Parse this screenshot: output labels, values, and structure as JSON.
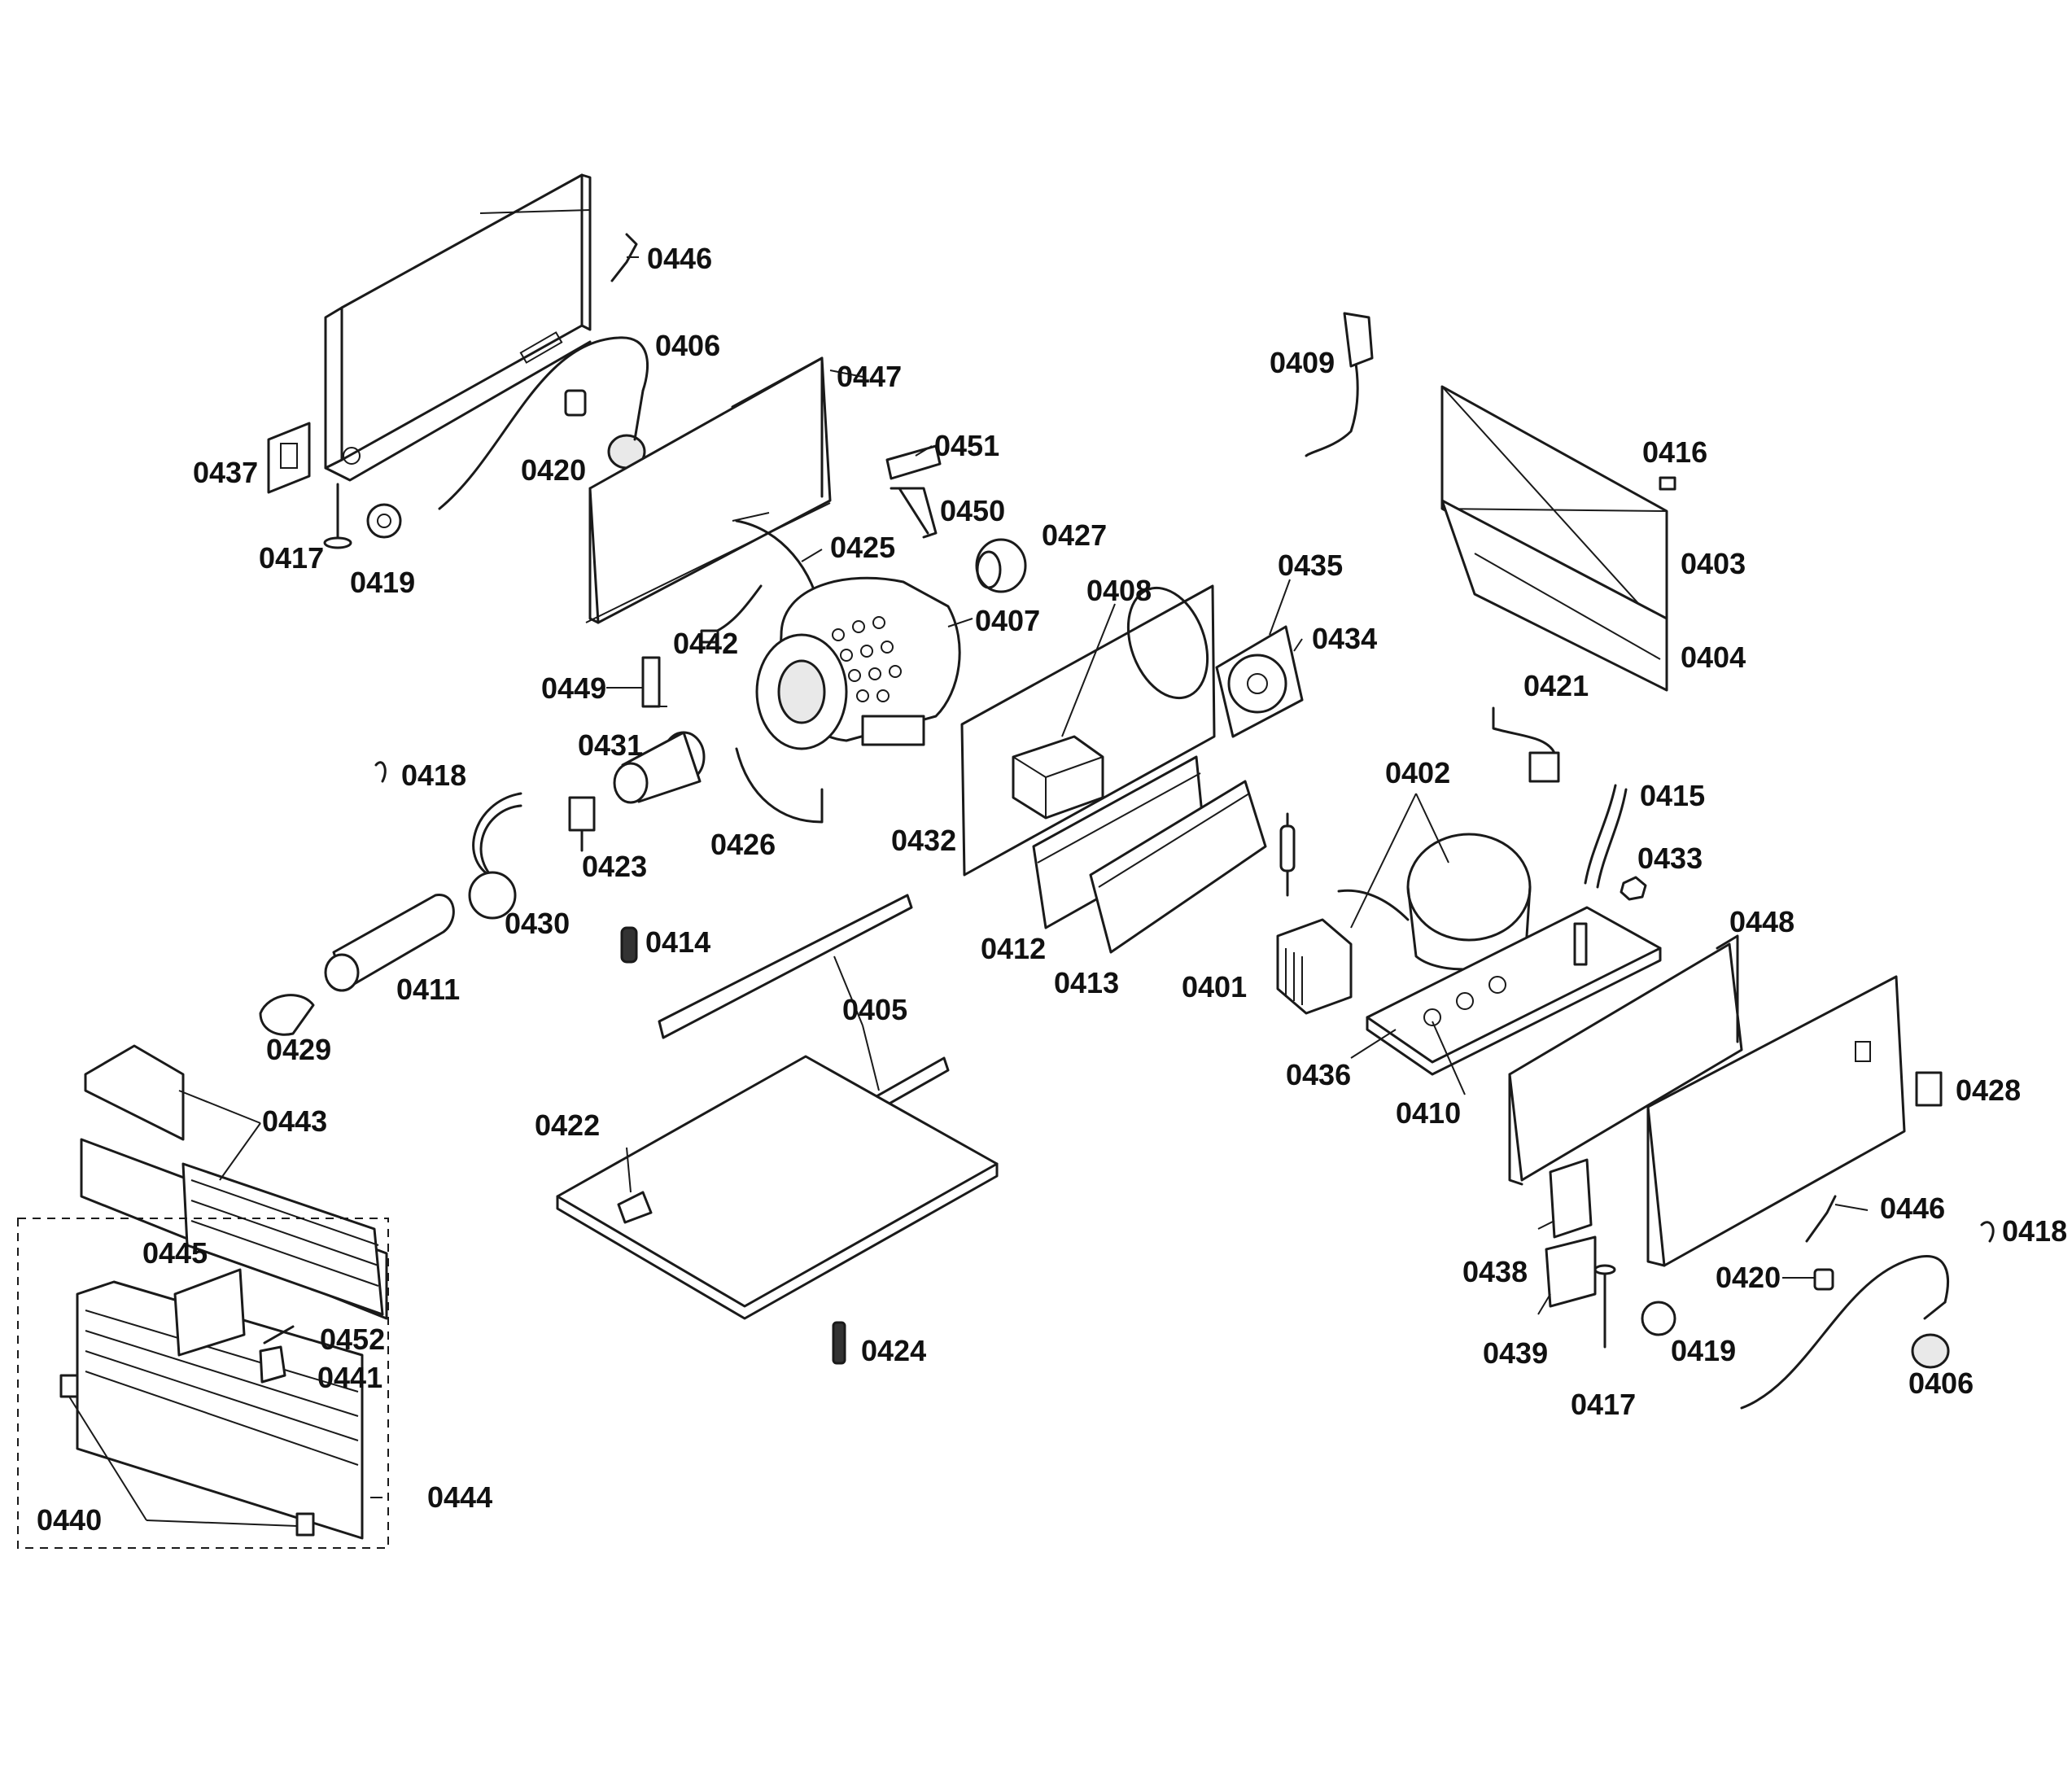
{
  "labels": {
    "p0401": "0401",
    "p0402": "0402",
    "p0403": "0403",
    "p0404": "0404",
    "p0405": "0405",
    "p0406a": "0406",
    "p0406b": "0406",
    "p0407": "0407",
    "p0408": "0408",
    "p0409": "0409",
    "p0410": "0410",
    "p0411": "0411",
    "p0412": "0412",
    "p0413": "0413",
    "p0414": "0414",
    "p0415": "0415",
    "p0416": "0416",
    "p0417a": "0417",
    "p0417b": "0417",
    "p0418a": "0418",
    "p0418b": "0418",
    "p0419a": "0419",
    "p0419b": "0419",
    "p0420a": "0420",
    "p0420b": "0420",
    "p0421": "0421",
    "p0422": "0422",
    "p0423": "0423",
    "p0424": "0424",
    "p0425": "0425",
    "p0426": "0426",
    "p0427": "0427",
    "p0428": "0428",
    "p0429": "0429",
    "p0430": "0430",
    "p0431": "0431",
    "p0432": "0432",
    "p0433": "0433",
    "p0434": "0434",
    "p0435": "0435",
    "p0436": "0436",
    "p0437": "0437",
    "p0438": "0438",
    "p0439": "0439",
    "p0440": "0440",
    "p0441": "0441",
    "p0442": "0442",
    "p0443": "0443",
    "p0444": "0444",
    "p0445": "0445",
    "p0446a": "0446",
    "p0446b": "0446",
    "p0447": "0447",
    "p0448": "0448",
    "p0449": "0449",
    "p0450": "0450",
    "p0451": "0451",
    "p0452": "0452"
  }
}
